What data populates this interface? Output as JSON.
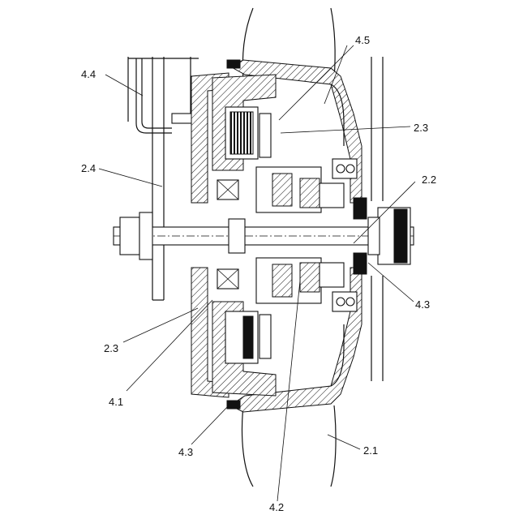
{
  "labels": {
    "l_4_4": "4.4",
    "l_4_5": "4.5",
    "l_2_3_top": "2.3",
    "l_2_4": "2.4",
    "l_2_2": "2.2",
    "l_4_3_right": "4.3",
    "l_2_3_bottom": "2.3",
    "l_4_1": "4.1",
    "l_4_3_bottom": "4.3",
    "l_2_1": "2.1",
    "l_4_2": "4.2"
  }
}
